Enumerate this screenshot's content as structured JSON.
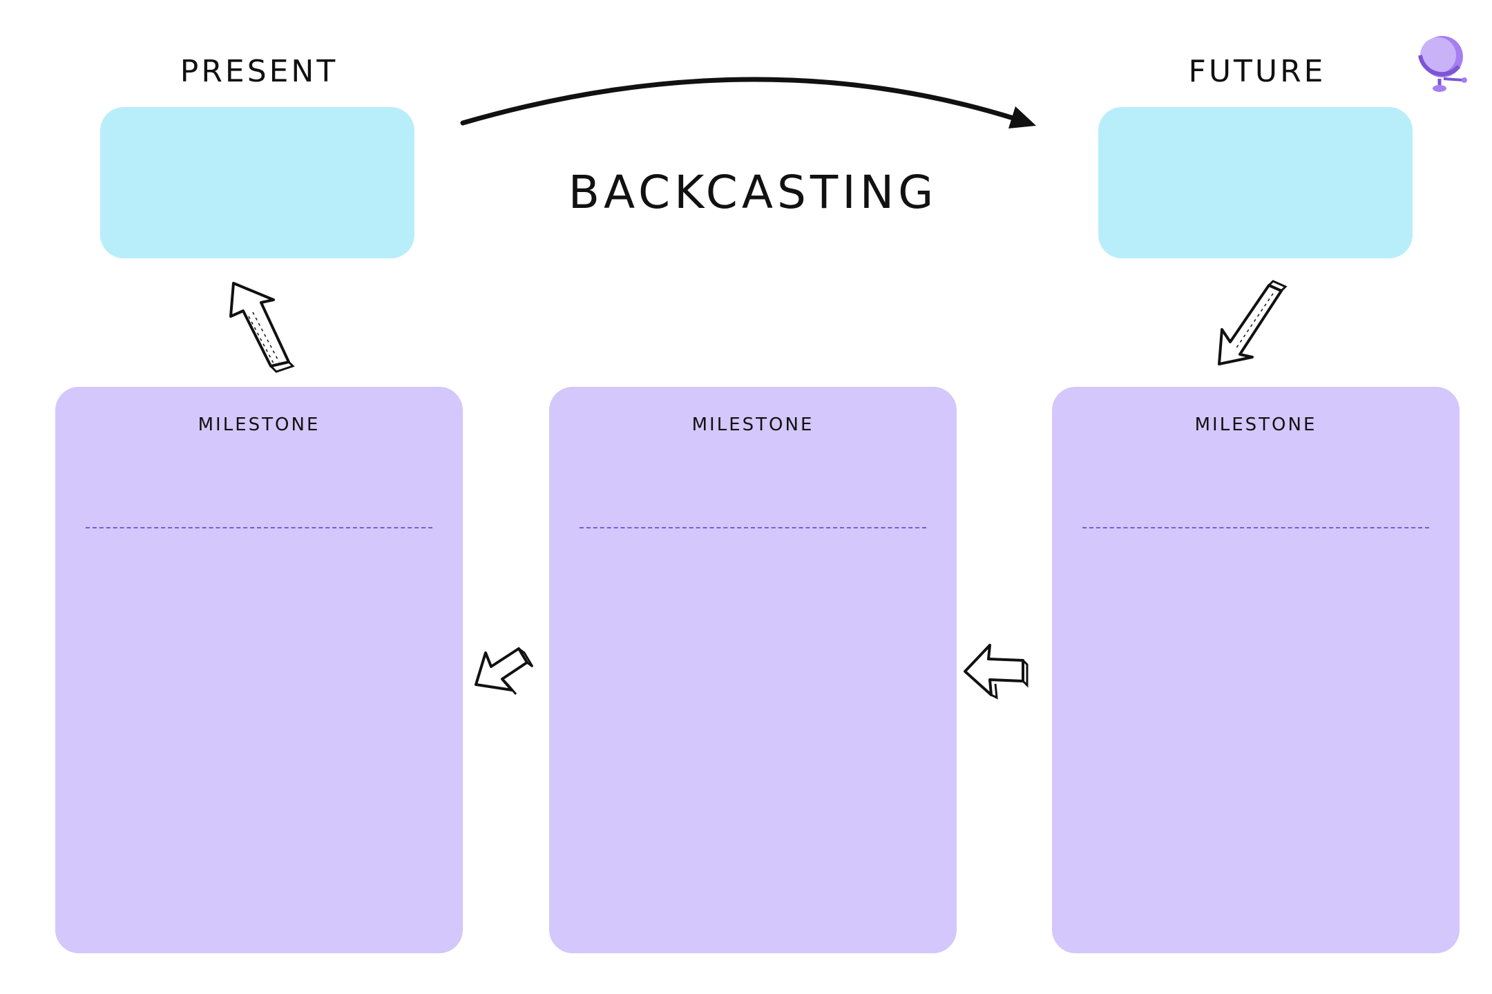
{
  "colors": {
    "cyan": "#b8eefa",
    "purple": "#d4c7fb",
    "dash": "#7a5ae0",
    "ink": "#111111",
    "logo": "#a57ff0"
  },
  "present": {
    "label": "PRESENT"
  },
  "future": {
    "label": "FUTURE"
  },
  "title": "BACKCASTING",
  "milestones": [
    {
      "label": "MILESTONE"
    },
    {
      "label": "MILESTONE"
    },
    {
      "label": "MILESTONE"
    }
  ],
  "icons": {
    "top_arrow": "curved-arrow-right-icon",
    "logo": "globe-logo-icon",
    "arrow_up": "sketch-arrow-up-icon",
    "arrow_down": "sketch-arrow-down-icon",
    "arrow_left_1": "sketch-arrow-left-icon",
    "arrow_left_2": "sketch-arrow-left-icon"
  }
}
